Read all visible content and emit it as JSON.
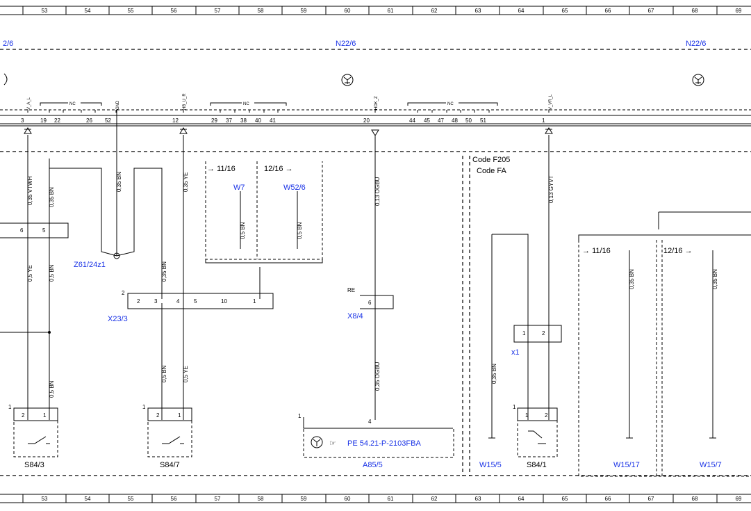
{
  "ruler": [
    "53",
    "54",
    "55",
    "56",
    "57",
    "58",
    "59",
    "60",
    "61",
    "62",
    "63",
    "64",
    "65",
    "66",
    "67",
    "68",
    "69"
  ],
  "modules": {
    "n22_left": "N22/6",
    "n22_right": "N22/6",
    "n22_partial": "2/6"
  },
  "connector_pins": {
    "p3": "3",
    "p19": "19",
    "p22": "22",
    "p26": "26",
    "p52": "52",
    "p12": "12",
    "p29": "29",
    "p37": "37",
    "p38": "38",
    "p40": "40",
    "p41": "41",
    "p20": "20",
    "p44": "44",
    "p45": "45",
    "p47": "47",
    "p48": "48",
    "p50": "50",
    "p51": "51",
    "p1": "1"
  },
  "signals": {
    "v_a_l": "V_A_L",
    "gnd": "GND",
    "hb_u_r": "HB_U_R",
    "hdk_z": "HDK_Z",
    "v_vr_l": "V_VR_L",
    "nc1": "NC",
    "nc2": "NC",
    "nc3": "NC"
  },
  "wires": {
    "w1": "0,35 VTWH",
    "w2": "0,35 BN",
    "w3": "0,35 BN",
    "w4": "0,35 YE",
    "w5": "0,13 OGBU",
    "w6": "0,13 GYVT",
    "w7": "0,5 BN",
    "w8": "0,5 BN",
    "w9": "0,5 YE",
    "w10": "0,5 BN",
    "w11": "0,35 BN",
    "w12": "0,5 BN",
    "w13": "0,5 YE",
    "w14": "0,35 OGBU",
    "w15": "0,35 BN",
    "w16": "0,35 BN",
    "w17": "0,35 BN",
    "w18": "0,5 BN"
  },
  "references": {
    "ref_11_16_a": "11/16",
    "ref_12_16_a": "12/16",
    "ref_11_16_b": "11/16",
    "ref_12_16_b": "12/16"
  },
  "codes": {
    "c1": "Code F205",
    "c2": "Code FA"
  },
  "components": {
    "w7": "W7",
    "w52_6": "W52/6",
    "z61": "Z61/24z1",
    "x23_3": "X23/3",
    "x8_4": "X8/4",
    "x1": "x1",
    "s84_3": "S84/3",
    "s84_7": "S84/7",
    "a85_5": "A85/5",
    "w15_5": "W15/5",
    "s84_1": "S84/1",
    "w15_17": "W15/17",
    "w15_7": "W15/7",
    "pe_ref": "PE 54.21-P-2103FBA",
    "re": "RE"
  },
  "x23_pins": {
    "a": "2",
    "b": "2",
    "c": "3",
    "d": "4",
    "e": "5",
    "f": "10",
    "g": "1"
  },
  "misc_pins": {
    "p6a": "6",
    "p5a": "5",
    "p6b": "6",
    "x1_1": "1",
    "x1_2": "2",
    "s3_1": "1",
    "s3_2": "2",
    "s3_pin1": "1",
    "s7_1": "1",
    "s7_2": "2",
    "s7_pin1": "1",
    "s1_1": "1",
    "s1_2": "2",
    "s1_pin1": "1",
    "a85_4": "4",
    "a85_1": "1"
  }
}
